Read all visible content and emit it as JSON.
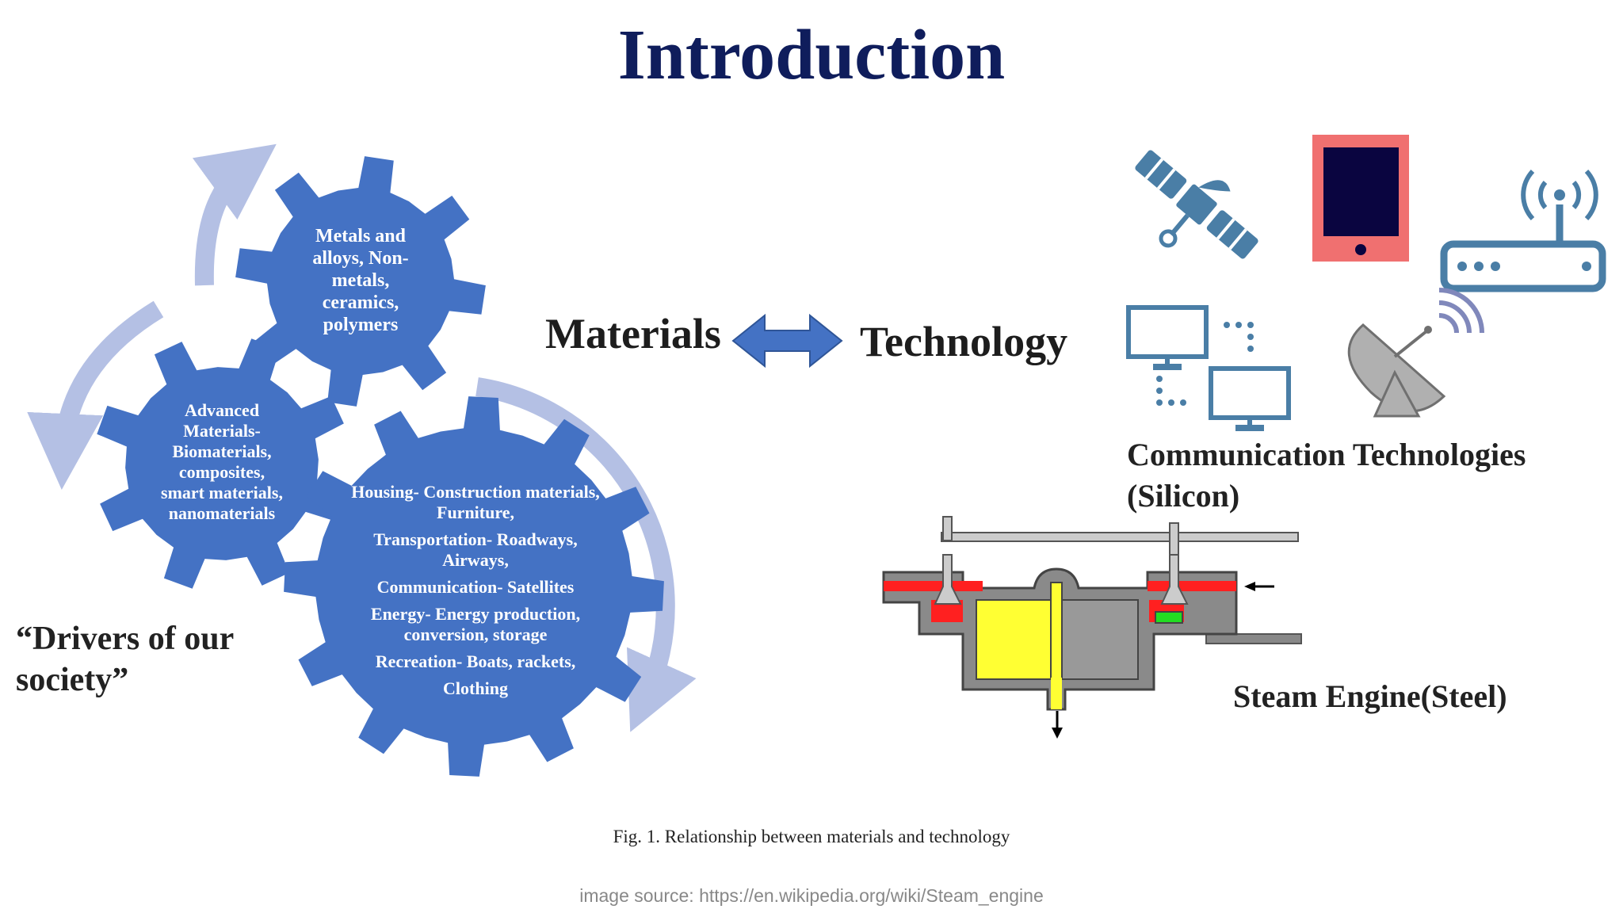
{
  "title": "Introduction",
  "gears": {
    "top": {
      "lines": [
        "Metals and",
        "alloys, Non-",
        "metals,",
        "ceramics,",
        "polymers"
      ]
    },
    "left": {
      "lines": [
        "Advanced",
        "Materials-",
        "Biomaterials,",
        "composites,",
        "smart materials,",
        "nanomaterials"
      ]
    },
    "big": {
      "items": [
        "Housing- Construction materials, Furniture,",
        "Transportation- Roadways, Airways,",
        "Communication- Satellites",
        "Energy- Energy production, conversion, storage",
        "Recreation- Boats, rackets,",
        "Clothing"
      ]
    }
  },
  "drivers_label": "“Drivers of our society”",
  "materials_label": "Materials",
  "technology_label": "Technology",
  "communication_label": "Communication Technologies (Silicon)",
  "steam_label": "Steam Engine(Steel)",
  "caption": "Fig. 1. Relationship between materials and technology",
  "source": "image source: https://en.wikipedia.org/wiki/Steam_engine",
  "icons": [
    "satellite-icon",
    "tablet-icon",
    "router-icon",
    "network-computers-icon",
    "satellite-dish-icon"
  ],
  "colors": {
    "title": "#0f1d5c",
    "gear": "#4472c4",
    "arc": "#b4c0e4",
    "icon": "#4a7ea6",
    "tablet_frame": "#f07070",
    "tablet_screen": "#0a0540"
  }
}
